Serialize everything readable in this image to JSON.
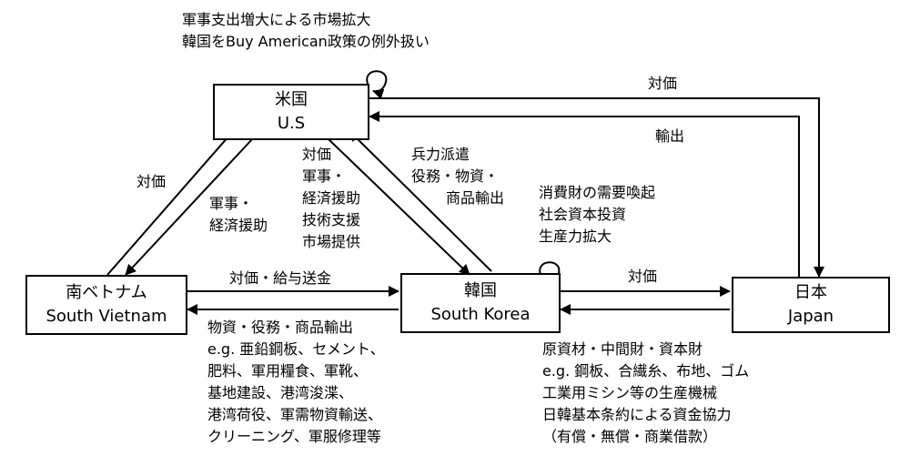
{
  "nodes": {
    "us": {
      "name_ja": "米国",
      "name_en": "U.S"
    },
    "south_vietnam": {
      "name_ja": "南ベトナム",
      "name_en": "South Vietnam"
    },
    "korea": {
      "name_ja": "韓国",
      "name_en": "South Korea"
    },
    "japan": {
      "name_ja": "日本",
      "name_en": "Japan"
    }
  },
  "labels": {
    "us_self_loop": [
      "軍事支出増大による市場拡大",
      "韓国をBuy American政策の例外扱い"
    ],
    "korea_self_loop": [
      "消費財の需要喚起",
      "社会資本投資",
      "生産力拡大"
    ],
    "japan_to_us": "対価",
    "us_to_japan": "輸出",
    "vietnam_to_us": "対価",
    "us_to_vietnam": [
      "軍事・",
      "経済援助"
    ],
    "us_to_korea": [
      "対価",
      "軍事・",
      "経済援助",
      "技術支援",
      "市場提供"
    ],
    "korea_to_us": [
      "兵力派遣",
      "役務・物資・",
      "商品輸出"
    ],
    "vietnam_to_korea": "対価・給与送金",
    "korea_to_vietnam": [
      "物資・役務・商品輸出",
      "e.g. 亜鉛鋼板、セメント、",
      "肥料、軍用糧食、軍靴、",
      "基地建設、港湾浚渫、",
      "港湾荷役、軍需物資輸送、",
      "クリーニング、軍服修理等"
    ],
    "korea_to_japan": "対価",
    "japan_to_korea": [
      "原資材・中間財・資本財",
      "e.g. 鋼板、合繊糸、布地、ゴム",
      "工業用ミシン等の生産機械",
      "日韓基本条約による資金協力",
      "（有償・無償・商業借款）"
    ]
  }
}
